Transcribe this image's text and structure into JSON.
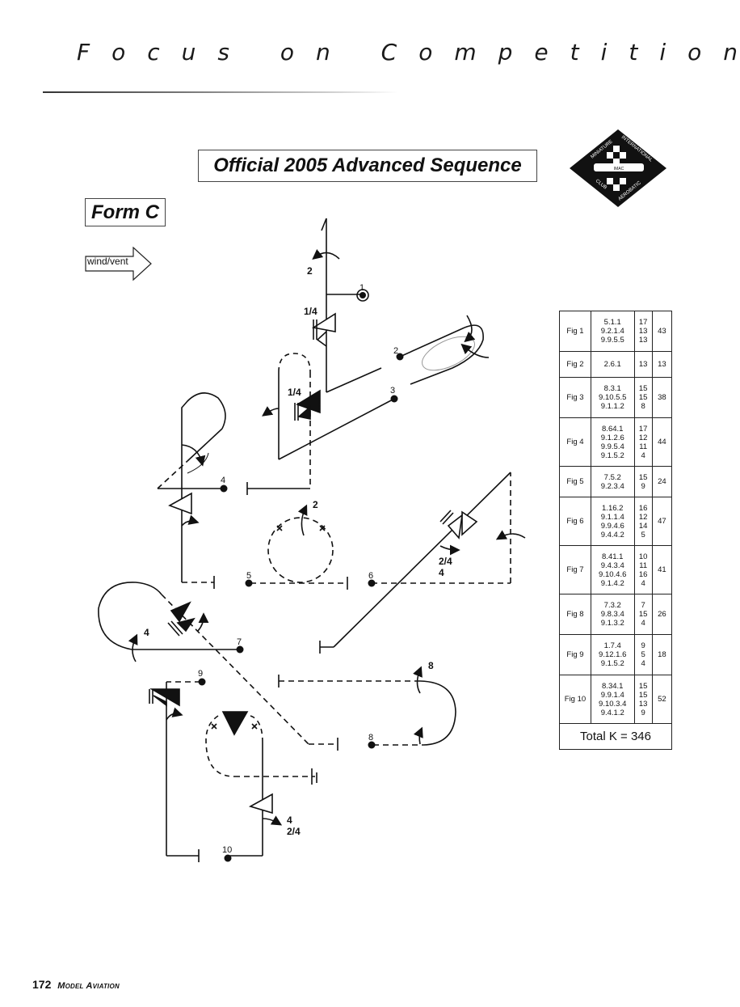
{
  "header": {
    "section_title": "Focus on Competition"
  },
  "sequence": {
    "title": "Official 2005 Advanced Sequence",
    "form": "Form C",
    "wind_label": "wind/vent"
  },
  "logo": {
    "top_left": "MINIATURE",
    "top_right": "INTERNATIONAL",
    "bottom_left": "CLUB",
    "bottom_right": "AEROBATIC",
    "center": "IMAC"
  },
  "diagram": {
    "figure_numbers": [
      "1",
      "2",
      "3",
      "4",
      "5",
      "6",
      "7",
      "8",
      "9",
      "10"
    ],
    "labels": {
      "fig1_roll_top": "2",
      "fig1_quarter": "1/4",
      "fig3_quarter": "1/4",
      "fig5_roll": "2",
      "fig6_roll": "2/4",
      "fig6_roll2": "4",
      "fig7_roll": "4",
      "fig8_roll": "8",
      "fig10_roll": "4",
      "fig10_roll2": "2/4"
    }
  },
  "k_table": {
    "rows": [
      {
        "fig": "Fig 1",
        "catalog": [
          "5.1.1",
          "9.2.1.4",
          "9.9.5.5"
        ],
        "k": [
          "17",
          "13",
          "13"
        ],
        "total": "43"
      },
      {
        "fig": "Fig 2",
        "catalog": [
          "2.6.1"
        ],
        "k": [
          "13"
        ],
        "total": "13"
      },
      {
        "fig": "Fig 3",
        "catalog": [
          "8.3.1",
          "9.10.5.5",
          "9.1.1.2"
        ],
        "k": [
          "15",
          "15",
          "8"
        ],
        "total": "38"
      },
      {
        "fig": "Fig 4",
        "catalog": [
          "8.64.1",
          "9.1.2.6",
          "9.9.5.4",
          "9.1.5.2"
        ],
        "k": [
          "17",
          "12",
          "11",
          "4"
        ],
        "total": "44"
      },
      {
        "fig": "Fig 5",
        "catalog": [
          "7.5.2",
          "9.2.3.4"
        ],
        "k": [
          "15",
          "9"
        ],
        "total": "24"
      },
      {
        "fig": "Fig 6",
        "catalog": [
          "1.16.2",
          "9.1.1.4",
          "9.9.4.6",
          "9.4.4.2"
        ],
        "k": [
          "16",
          "12",
          "14",
          "5"
        ],
        "total": "47"
      },
      {
        "fig": "Fig 7",
        "catalog": [
          "8.41.1",
          "9.4.3.4",
          "9.10.4.6",
          "9.1.4.2"
        ],
        "k": [
          "10",
          "11",
          "16",
          "4"
        ],
        "total": "41"
      },
      {
        "fig": "Fig 8",
        "catalog": [
          "7.3.2",
          "9.8.3.4",
          "9.1.3.2"
        ],
        "k": [
          "7",
          "15",
          "4"
        ],
        "total": "26"
      },
      {
        "fig": "Fig 9",
        "catalog": [
          "1.7.4",
          "9.12.1.6",
          "9.1.5.2"
        ],
        "k": [
          "9",
          "5",
          "4"
        ],
        "total": "18"
      },
      {
        "fig": "Fig 10",
        "catalog": [
          "8.34.1",
          "9.9.1.4",
          "9.10.3.4",
          "9.4.1.2"
        ],
        "k": [
          "15",
          "15",
          "13",
          "9"
        ],
        "total": "52"
      }
    ],
    "total_label": "Total K = 346"
  },
  "footer": {
    "page_number": "172",
    "magazine": "Model Aviation"
  }
}
